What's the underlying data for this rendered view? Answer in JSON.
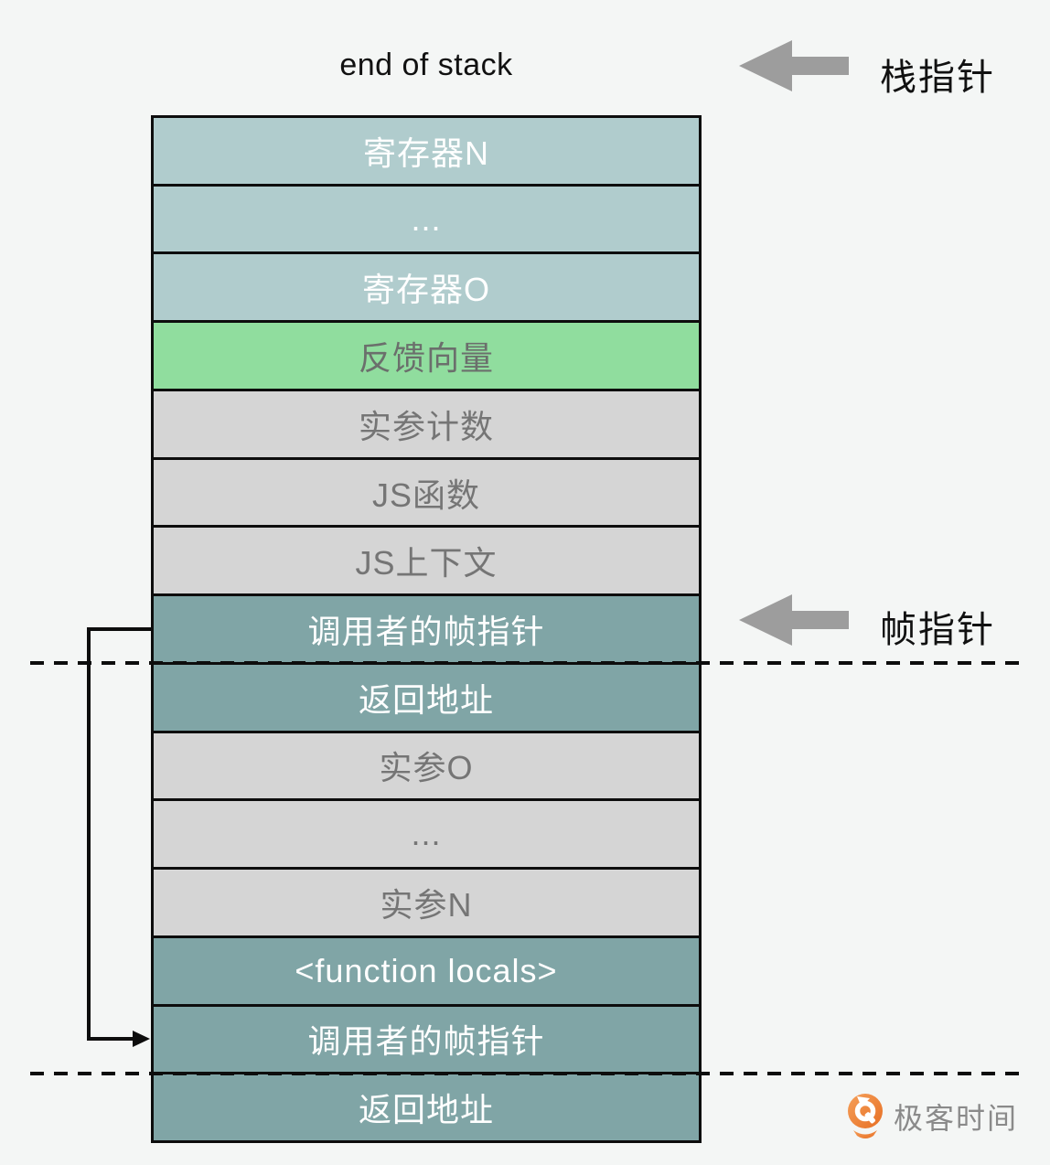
{
  "title": "end of stack",
  "pointers": {
    "stack_pointer_label": "栈指针",
    "frame_pointer_label": "帧指针"
  },
  "stack": {
    "rows": [
      {
        "label": "寄存器N",
        "type": "register"
      },
      {
        "label": "...",
        "type": "register"
      },
      {
        "label": "寄存器O",
        "type": "register"
      },
      {
        "label": "反馈向量",
        "type": "feedback"
      },
      {
        "label": "实参计数",
        "type": "plain"
      },
      {
        "label": "JS函数",
        "type": "plain"
      },
      {
        "label": "JS上下文",
        "type": "plain"
      },
      {
        "label": "调用者的帧指针",
        "type": "frame"
      },
      {
        "label": "返回地址",
        "type": "frame"
      },
      {
        "label": "实参O",
        "type": "plain"
      },
      {
        "label": "...",
        "type": "plain"
      },
      {
        "label": "实参N",
        "type": "plain"
      },
      {
        "label": "<function locals>",
        "type": "frame"
      },
      {
        "label": "调用者的帧指针",
        "type": "frame"
      },
      {
        "label": "返回地址",
        "type": "frame"
      }
    ]
  },
  "colors": {
    "background": "#f4f6f5",
    "register_fill": "#b0cccd",
    "feedback_fill": "#90dd9e",
    "plain_fill": "#d5d5d5",
    "frame_fill": "#80a5a6",
    "box_border": "#0d0d0d",
    "pointer_arrow_gray": "#9d9d9d",
    "light_text": "#ffffff",
    "dark_text": "#757575"
  },
  "brand": {
    "logo_text": "极客时间",
    "logo_icon": "geek-time-pin-icon",
    "logo_orange": "#ec7b2e",
    "logo_text_color": "#8a8a8a"
  }
}
